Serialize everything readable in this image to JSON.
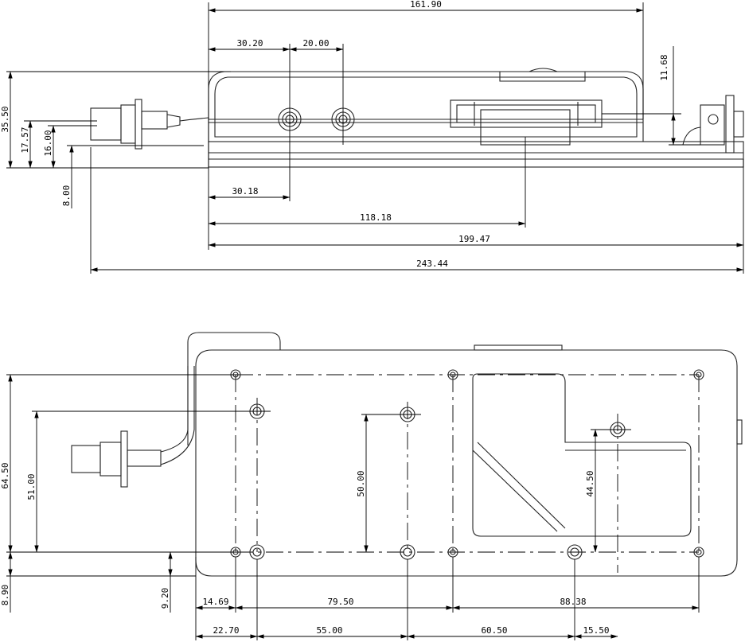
{
  "side_view": {
    "horizontal_dims": [
      {
        "id": "overall-top-length",
        "label": "161.90"
      },
      {
        "id": "first-port-offset",
        "label": "30.20"
      },
      {
        "id": "port-spacing",
        "label": "20.00"
      },
      {
        "id": "bottom-port-offset",
        "label": "30.18"
      },
      {
        "id": "connector-offset",
        "label": "118.18"
      },
      {
        "id": "base-length",
        "label": "199.47"
      },
      {
        "id": "overall-length",
        "label": "243.44"
      }
    ],
    "vertical_dims": [
      {
        "id": "total-height",
        "label": "35.50"
      },
      {
        "id": "cable-height",
        "label": "17.57"
      },
      {
        "id": "fitting-height",
        "label": "16.00"
      },
      {
        "id": "base-height",
        "label": "8.00"
      },
      {
        "id": "lid-height",
        "label": "11.68"
      }
    ]
  },
  "plan_view": {
    "vertical_dims": [
      {
        "id": "mount-width",
        "label": "64.50"
      },
      {
        "id": "port-row-width",
        "label": "51.00"
      },
      {
        "id": "center-port-width",
        "label": "50.00"
      },
      {
        "id": "right-port-width",
        "label": "44.50"
      },
      {
        "id": "edge-offset",
        "label": "8.90"
      },
      {
        "id": "port-edge-offset",
        "label": "9.20"
      }
    ],
    "horizontal_dims_row1": [
      {
        "id": "left-hole-offset",
        "label": "14.69"
      },
      {
        "id": "hole-spacing-1",
        "label": "79.50"
      },
      {
        "id": "hole-spacing-2",
        "label": "88.38"
      }
    ],
    "horizontal_dims_row2": [
      {
        "id": "port-offset",
        "label": "22.70"
      },
      {
        "id": "port-spacing-1",
        "label": "55.00"
      },
      {
        "id": "port-spacing-2",
        "label": "60.50"
      },
      {
        "id": "port-spacing-3",
        "label": "15.50"
      }
    ]
  }
}
